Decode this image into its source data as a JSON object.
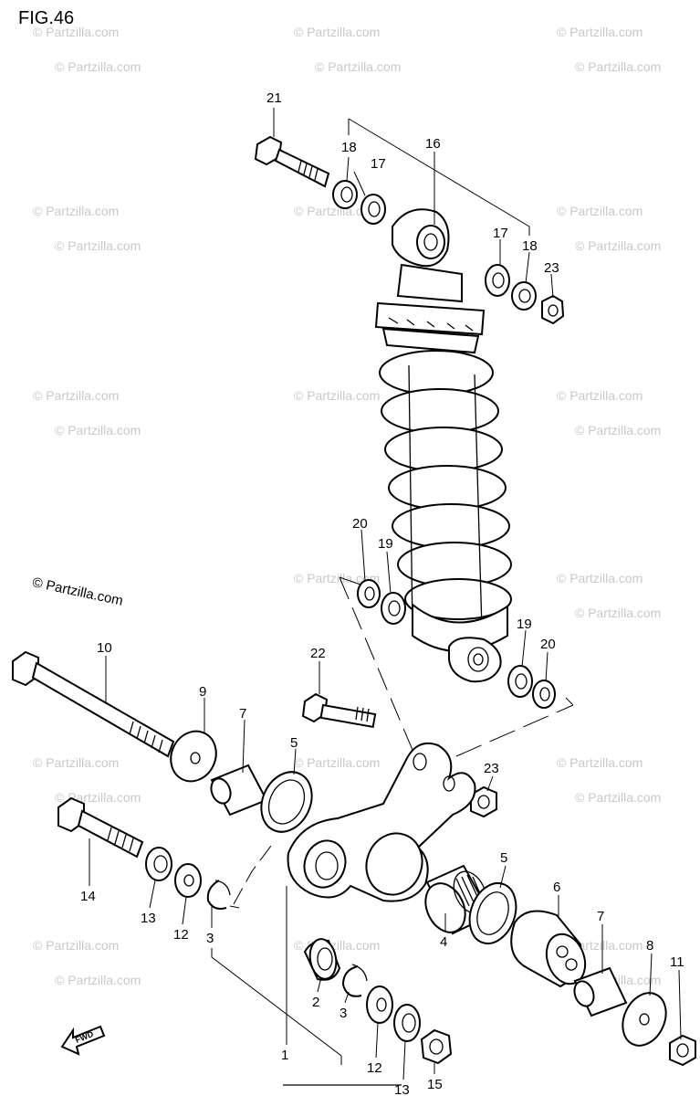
{
  "figure": {
    "title": "FIG.46"
  },
  "watermark": {
    "text": "© Partzilla.com"
  },
  "copyright": {
    "text": "© Partzilla.com"
  },
  "fwd": {
    "label": "FWD"
  },
  "callouts": [
    {
      "num": "21",
      "part": "shock-upper-bolt"
    },
    {
      "num": "18",
      "part": "upper-spacer-left"
    },
    {
      "num": "17",
      "part": "upper-washer-left"
    },
    {
      "num": "16",
      "part": "rear-shock-absorber"
    },
    {
      "num": "17",
      "part": "upper-washer-right"
    },
    {
      "num": "18",
      "part": "upper-spacer-right"
    },
    {
      "num": "23",
      "part": "upper-nut"
    },
    {
      "num": "20",
      "part": "lower-spacer-left"
    },
    {
      "num": "19",
      "part": "lower-washer-left"
    },
    {
      "num": "19",
      "part": "lower-washer-right"
    },
    {
      "num": "20",
      "part": "lower-spacer-right"
    },
    {
      "num": "10",
      "part": "cushion-lever-long-bolt"
    },
    {
      "num": "22",
      "part": "shock-lower-bolt"
    },
    {
      "num": "9",
      "part": "washer-large-left"
    },
    {
      "num": "7",
      "part": "spacer-sleeve-left"
    },
    {
      "num": "5",
      "part": "oil-seal-left"
    },
    {
      "num": "23",
      "part": "lower-nut"
    },
    {
      "num": "14",
      "part": "lever-bolt"
    },
    {
      "num": "13",
      "part": "thrust-washer-left"
    },
    {
      "num": "12",
      "part": "washer-left"
    },
    {
      "num": "3",
      "part": "circlip-left"
    },
    {
      "num": "5",
      "part": "oil-seal-right"
    },
    {
      "num": "6",
      "part": "lever-spacer"
    },
    {
      "num": "7",
      "part": "spacer-sleeve-right"
    },
    {
      "num": "8",
      "part": "washer-large-right"
    },
    {
      "num": "11",
      "part": "nut-right"
    },
    {
      "num": "4",
      "part": "needle-bearing"
    },
    {
      "num": "2",
      "part": "bushing"
    },
    {
      "num": "3",
      "part": "circlip-lower"
    },
    {
      "num": "1",
      "part": "cushion-lever"
    },
    {
      "num": "12",
      "part": "washer-lower"
    },
    {
      "num": "13",
      "part": "thrust-washer-lower"
    },
    {
      "num": "15",
      "part": "nut-lower"
    }
  ]
}
